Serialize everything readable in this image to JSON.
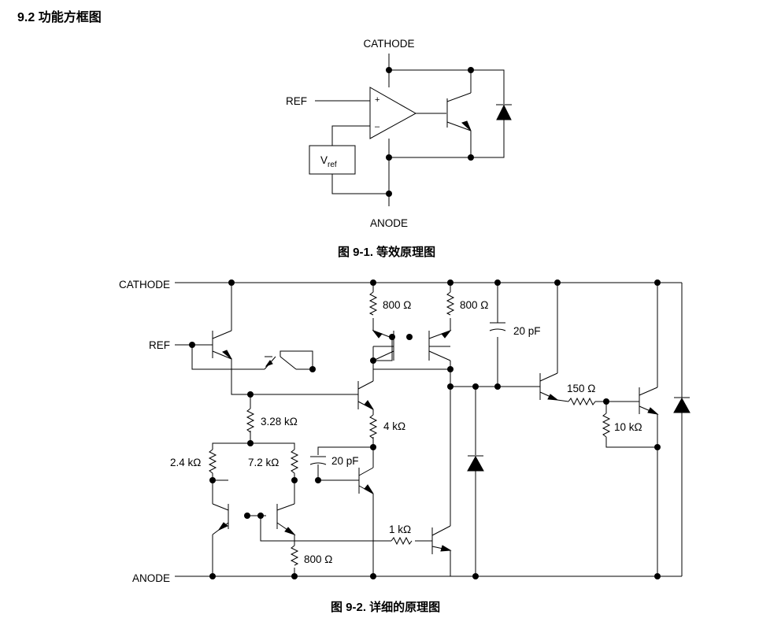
{
  "section_heading": "9.2 功能方框图",
  "figure1": {
    "caption": "图 9-1. 等效原理图",
    "labels": {
      "cathode": "CATHODE",
      "anode": "ANODE",
      "ref": "REF",
      "vref_main": "V",
      "vref_sub": "ref",
      "plus": "+",
      "minus": "–"
    }
  },
  "figure2": {
    "caption": "图 9-2. 详细的原理图",
    "labels": {
      "cathode": "CATHODE",
      "ref": "REF",
      "anode": "ANODE",
      "r_800_a": "800 Ω",
      "r_800_b": "800 Ω",
      "c_20pf_a": "20 pF",
      "r_150": "150 Ω",
      "r_10k": "10 kΩ",
      "r_3_28k": "3.28 kΩ",
      "r_4k": "4 kΩ",
      "r_2_4k": "2.4 kΩ",
      "r_7_2k": "7.2 kΩ",
      "c_20pf_b": "20 pF",
      "r_1k": "1 kΩ",
      "r_800_c": "800 Ω"
    }
  }
}
